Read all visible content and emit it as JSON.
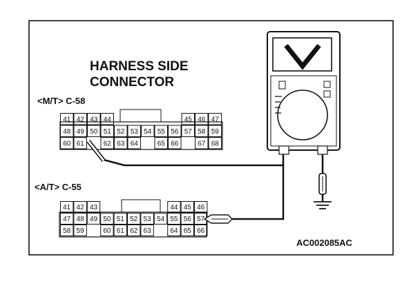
{
  "title_line1": "HARNESS SIDE",
  "title_line2": "CONNECTOR",
  "mt": {
    "label": "<M/T> C-58",
    "rows": [
      [
        "41",
        "42",
        "43",
        "44",
        "",
        "",
        "",
        "",
        "",
        "45",
        "46",
        "47"
      ],
      [
        "48",
        "49",
        "50",
        "51",
        "52",
        "53",
        "54",
        "55",
        "56",
        "57",
        "58",
        "59"
      ],
      [
        "60",
        "61",
        "",
        "62",
        "63",
        "64",
        "",
        "65",
        "66",
        "",
        "67",
        "68"
      ]
    ]
  },
  "at": {
    "label": "<A/T> C-55",
    "rows": [
      [
        "41",
        "42",
        "43",
        "",
        "",
        "",
        "",
        "",
        "44",
        "45",
        "46"
      ],
      [
        "47",
        "48",
        "49",
        "50",
        "51",
        "52",
        "53",
        "54",
        "55",
        "56",
        "57"
      ],
      [
        "58",
        "59",
        "",
        "60",
        "61",
        "62",
        "63",
        "",
        "64",
        "65",
        "66"
      ]
    ]
  },
  "code": "AC002085AC",
  "colors": {
    "ink": "#111111",
    "background": "#ffffff"
  }
}
